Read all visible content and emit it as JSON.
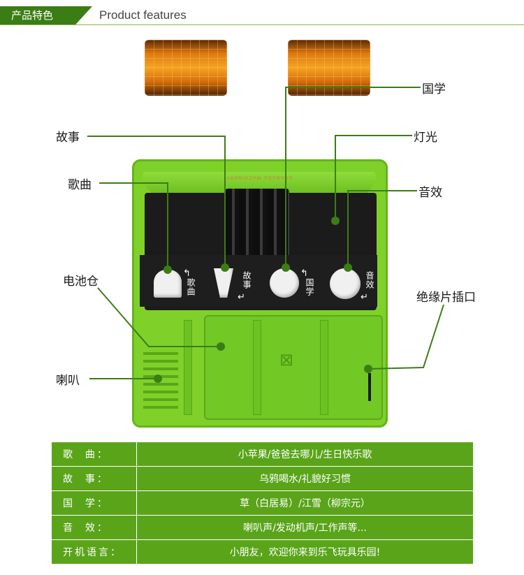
{
  "header": {
    "tab_label": "产品特色",
    "english_title": "Product features"
  },
  "device": {
    "top_lettering": "GRANADA MACHINERY"
  },
  "callouts": {
    "story": "故事",
    "song": "歌曲",
    "battery": "电池仓",
    "speaker": "喇叭",
    "guoxue": "国学",
    "light": "灯光",
    "sound": "音效",
    "insulation": "绝缘片插口"
  },
  "button_labels": {
    "song": "歌曲",
    "story": "故事",
    "guoxue": "国学",
    "sound": "音效"
  },
  "icons": {
    "arrow_up": "↰",
    "arrow_down": "↵",
    "recycle": "⊠"
  },
  "colors": {
    "brand_green": "#3b7d15",
    "table_green": "#5aa41a",
    "device_green": "#7fd12a",
    "lamp_orange": "#f5a323"
  },
  "spec_table": [
    {
      "key": "歌  曲：",
      "value": "小苹果/爸爸去哪儿/生日快乐歌"
    },
    {
      "key": "故  事：",
      "value": "乌鸦喝水/礼貌好习惯"
    },
    {
      "key": "国  学：",
      "value": "草（白居易）/江雪（柳宗元）"
    },
    {
      "key": "音  效：",
      "value": "喇叭声/发动机声/工作声等..."
    },
    {
      "key": "开机语言：",
      "value": "小朋友，欢迎你来到乐飞玩具乐园!"
    }
  ]
}
